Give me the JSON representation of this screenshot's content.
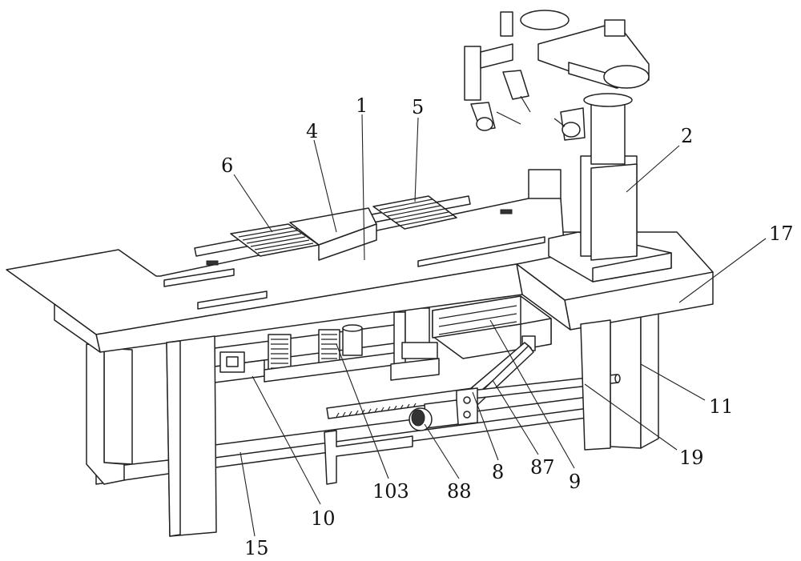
{
  "colors": {
    "line": "#222222",
    "background": "#ffffff"
  },
  "labels": {
    "l1": "1",
    "l2": "2",
    "l4": "4",
    "l5": "5",
    "l6": "6",
    "l8": "8",
    "l9": "9",
    "l10": "10",
    "l11": "11",
    "l15": "15",
    "l17": "17",
    "l19": "19",
    "l87": "87",
    "l88": "88",
    "l103": "103"
  }
}
